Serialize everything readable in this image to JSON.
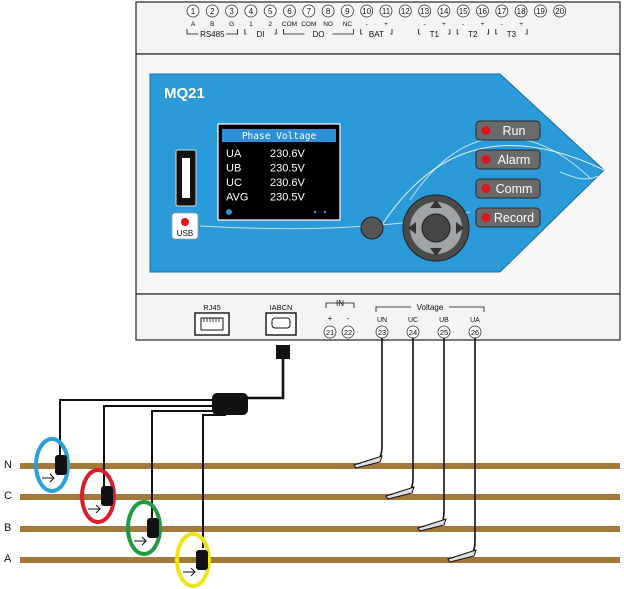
{
  "device": {
    "model": "MQ21",
    "usb_label": "USB",
    "top_terminals": {
      "numbers": [
        "1",
        "2",
        "3",
        "4",
        "5",
        "6",
        "7",
        "8",
        "9",
        "10",
        "11",
        "12",
        "13",
        "14",
        "15",
        "16",
        "17",
        "18",
        "19",
        "20"
      ],
      "pin_labels": [
        "A",
        "B",
        "G",
        "1",
        "2",
        "COM",
        "COM",
        "NO",
        "NC",
        "-",
        "+",
        "",
        "-",
        "+",
        "-",
        "+",
        "-",
        "+",
        "",
        ""
      ],
      "groups": [
        "RS485",
        "DI",
        "DO",
        "BAT",
        "T1",
        "T2",
        "T3"
      ]
    },
    "display": {
      "title": "Phase Voltage",
      "rows": [
        {
          "label": "UA",
          "value": "230.6V"
        },
        {
          "label": "UB",
          "value": "230.5V"
        },
        {
          "label": "UC",
          "value": "230.6V"
        },
        {
          "label": "AVG",
          "value": "230.5V"
        }
      ]
    },
    "buttons": [
      "Run",
      "Alarm",
      "Comm",
      "Record"
    ],
    "bottom": {
      "rj45_label": "RJ45",
      "iabcn_label": "IABCN",
      "in_group": "IN",
      "in_signs": [
        "+",
        "-"
      ],
      "in_numbers": [
        "21",
        "22"
      ],
      "voltage_group": "Voltage",
      "voltage_labels": [
        "UN",
        "UC",
        "UB",
        "UA"
      ],
      "voltage_numbers": [
        "23",
        "24",
        "25",
        "26"
      ]
    }
  },
  "lines": [
    "N",
    "C",
    "B",
    "A"
  ],
  "colors": {
    "panel_blue": "#2b9ad8",
    "screen_bg": "#000000",
    "screen_title": "#2d8fd6",
    "led_red": "#e0141e",
    "busbar": "#a47a3c",
    "coil_N": "#2a9fd8",
    "coil_C": "#d91e2a",
    "coil_B": "#1f9a3e",
    "coil_A": "#f2e21a"
  }
}
